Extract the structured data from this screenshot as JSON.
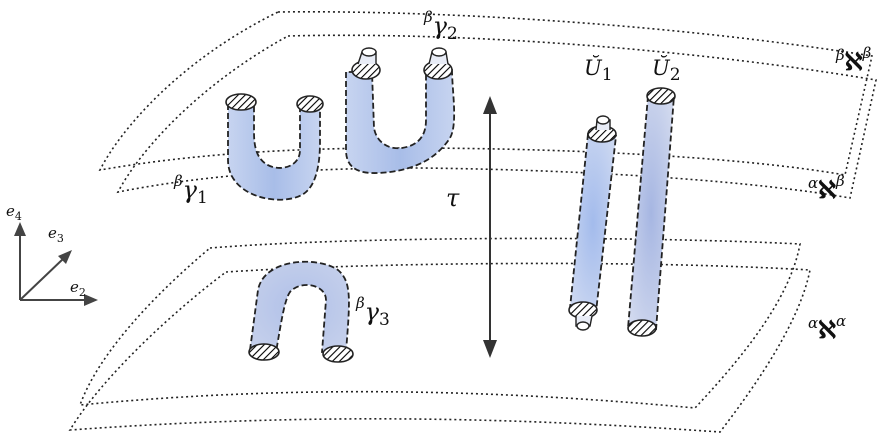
{
  "planes": {
    "top": {
      "label_prefix": "β",
      "label_main": "ℵ",
      "label_sup": "β"
    },
    "middle": {
      "label_prefix": "α",
      "label_main": "ℵ",
      "label_sup": "β"
    },
    "bottom": {
      "label_prefix": "α",
      "label_main": "ℵ",
      "label_sup": "α"
    }
  },
  "tubes": {
    "gamma1": {
      "prefix": "β",
      "name": "γ",
      "sub": "1"
    },
    "gamma2": {
      "prefix": "β",
      "name": "γ",
      "sub": "2"
    },
    "gamma3": {
      "prefix": "β",
      "name": "γ",
      "sub": "3"
    },
    "U1": {
      "name": "Ŭ",
      "sub": "1"
    },
    "U2": {
      "name": "Ŭ",
      "sub": "2"
    }
  },
  "tau": "τ",
  "axes": {
    "e4": "e",
    "e4_sub": "4",
    "e3": "e",
    "e3_sub": "3",
    "e2": "e",
    "e2_sub": "2"
  },
  "colors": {
    "tube_fill": "#b8c8ec",
    "tube_fill_dark": "#9fb4e4",
    "outline": "#222222"
  }
}
